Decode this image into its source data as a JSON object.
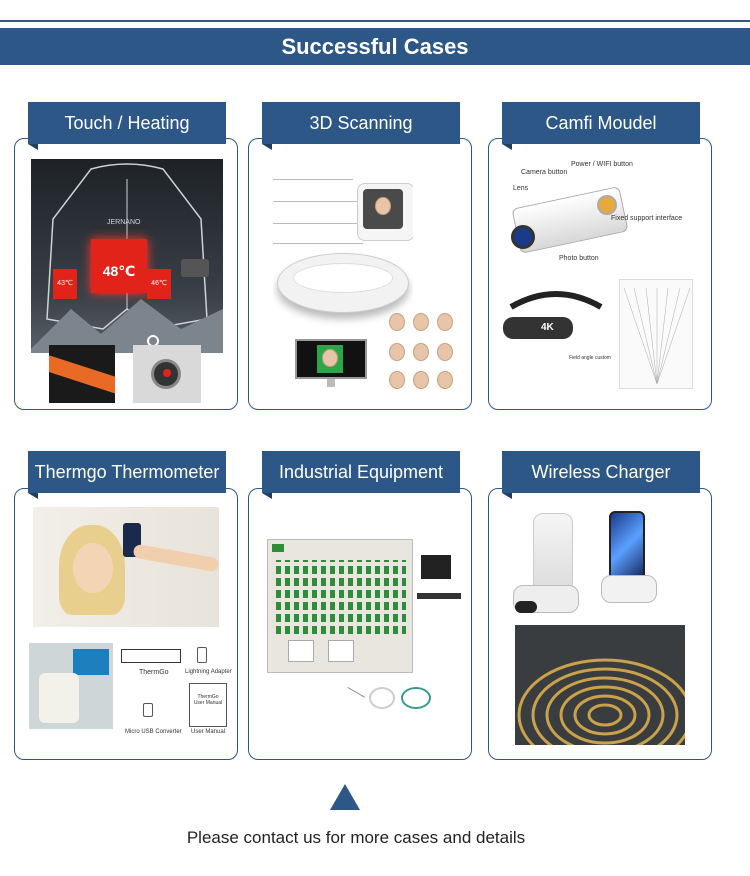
{
  "header": {
    "title": "Successful Cases"
  },
  "cases": [
    {
      "label": "Touch / Heating",
      "temps": [
        "48℃",
        "43℃",
        "46℃"
      ],
      "brand": "JERNANO"
    },
    {
      "label": "3D Scanning"
    },
    {
      "label": "Camfi Moudel",
      "callouts": [
        "Power / WIFI button",
        "Camera button",
        "Lens",
        "Fixed support interface",
        "Photo button",
        "Field angle custom"
      ],
      "badge": "4K"
    },
    {
      "label": "Thermgo Thermometer",
      "items": [
        "ThermGo",
        "Lightning Adapter",
        "Micro USB Converter",
        "User Manual"
      ],
      "manual_title": "ThermGo User Manual"
    },
    {
      "label": "Industrial Equipment"
    },
    {
      "label": "Wireless Charger"
    }
  ],
  "footer": {
    "text": "Please contact us for more cases and details"
  },
  "colors": {
    "brand": "#2d5787",
    "heat": "#e2231a"
  }
}
